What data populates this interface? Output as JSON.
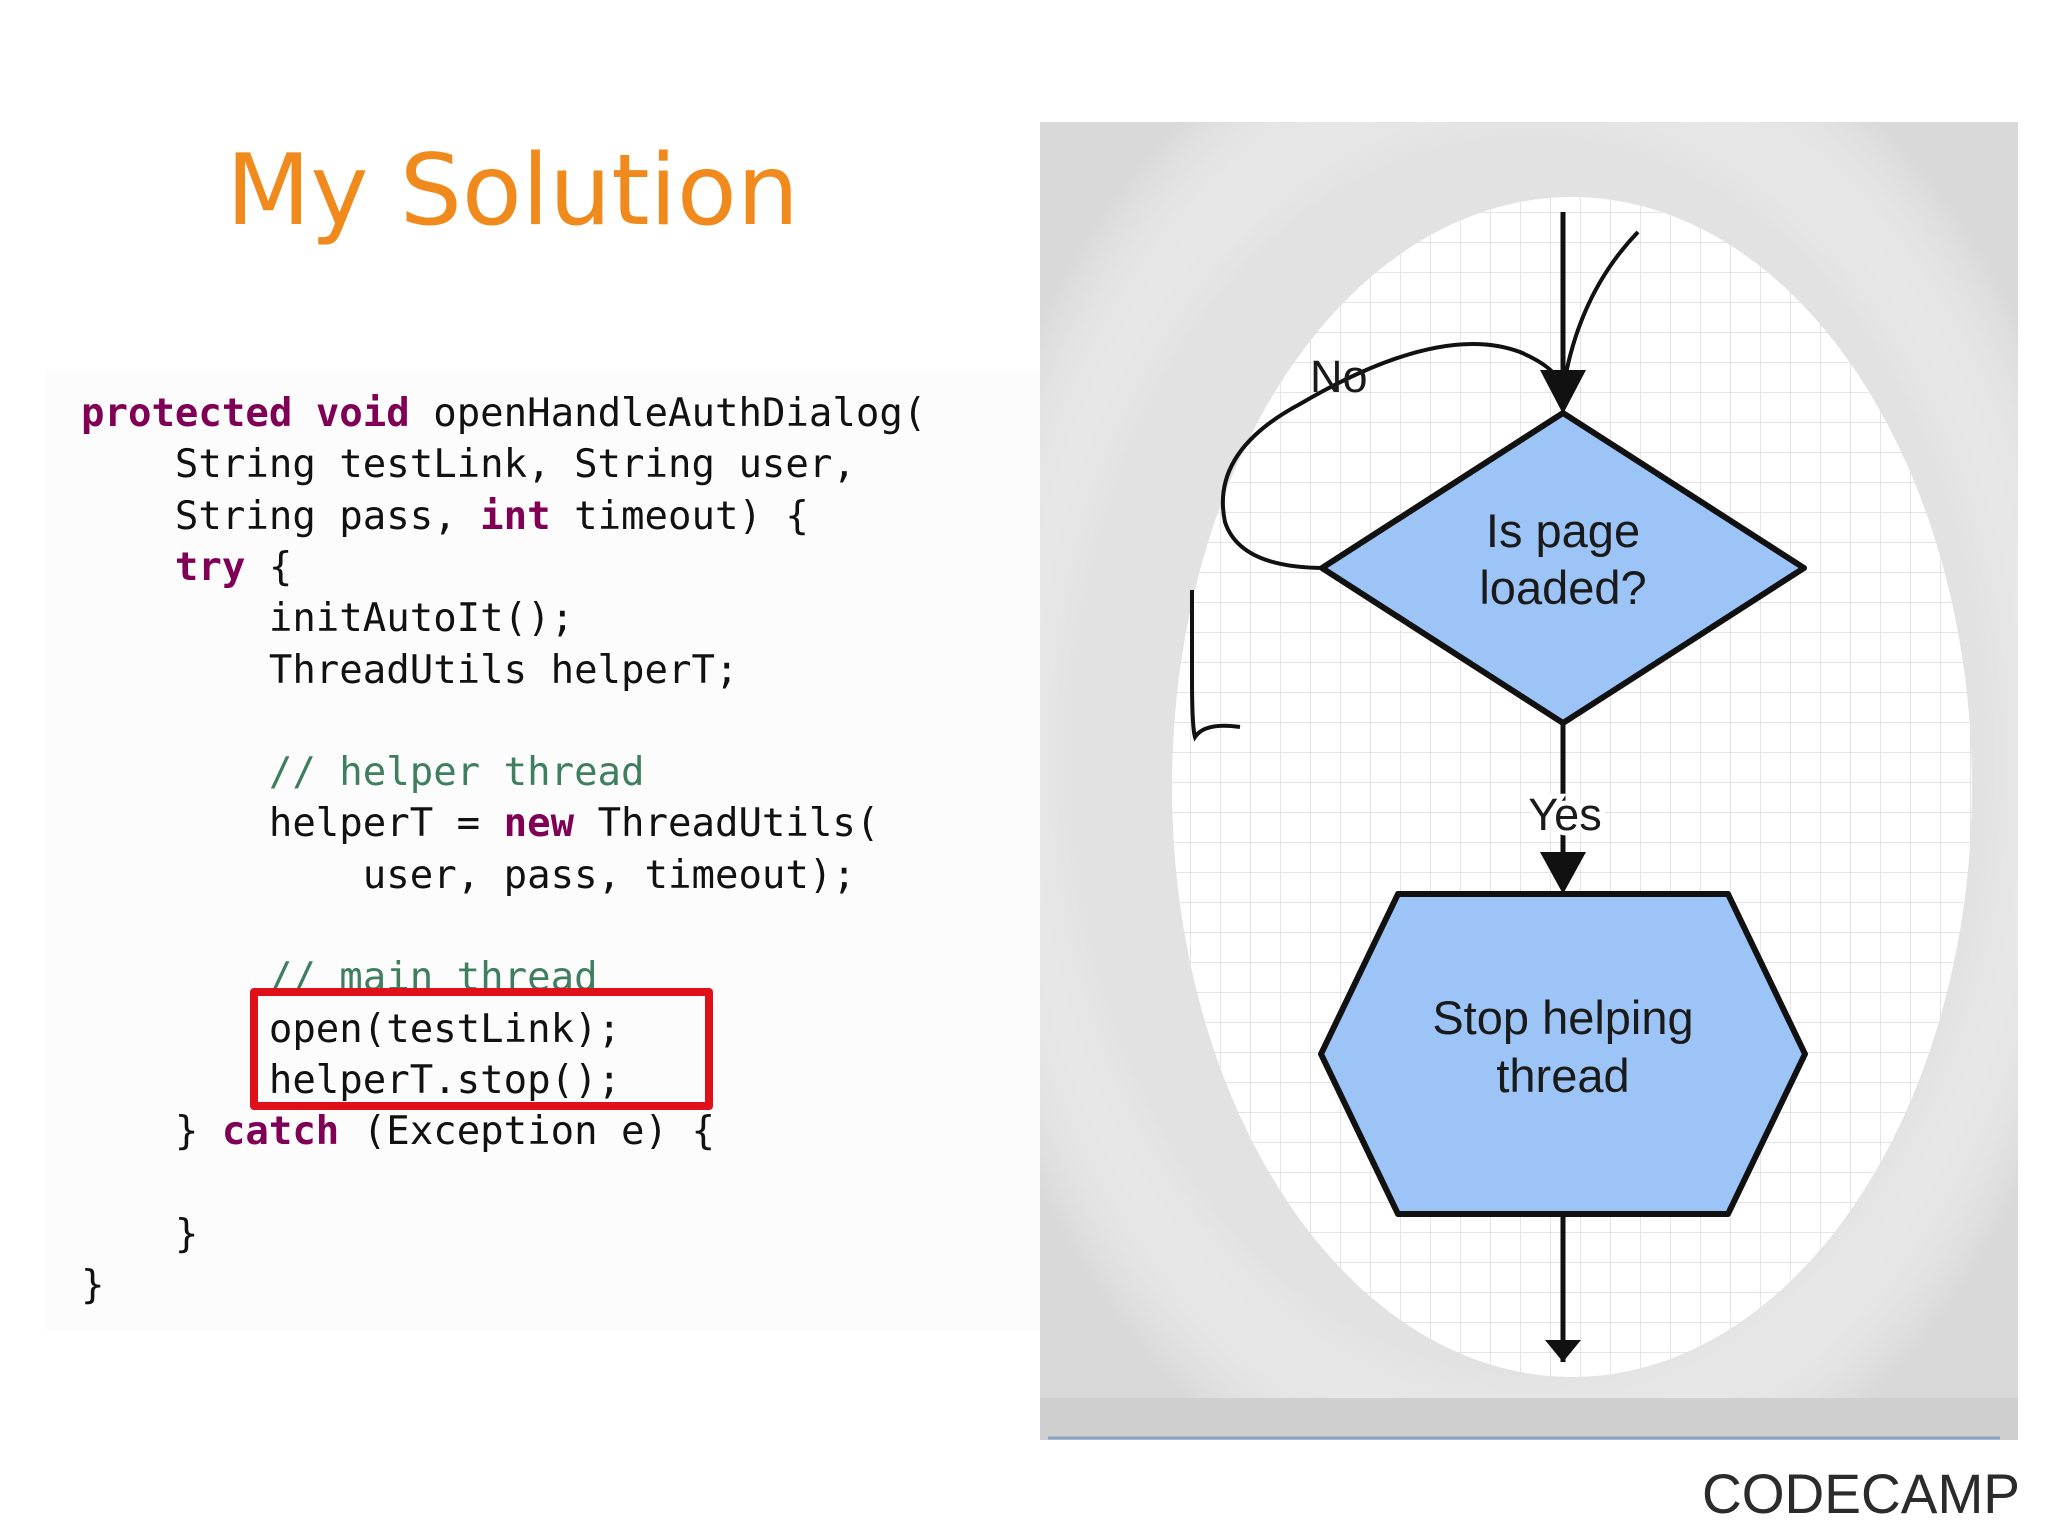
{
  "slide": {
    "title": "My Solution"
  },
  "code": {
    "lines": [
      [
        {
          "t": "protected ",
          "k": "kw"
        },
        {
          "t": "void ",
          "k": "kw"
        },
        {
          "t": "openHandleAuthDialog(",
          "k": "pl"
        }
      ],
      [
        {
          "t": "    String testLink, String user,",
          "k": "pl"
        }
      ],
      [
        {
          "t": "    String pass, ",
          "k": "pl"
        },
        {
          "t": "int ",
          "k": "kw"
        },
        {
          "t": "timeout) {",
          "k": "pl"
        }
      ],
      [
        {
          "t": "    ",
          "k": "pl"
        },
        {
          "t": "try ",
          "k": "kw"
        },
        {
          "t": "{",
          "k": "pl"
        }
      ],
      [
        {
          "t": "        initAutoIt();",
          "k": "pl"
        }
      ],
      [
        {
          "t": "        ThreadUtils helperT;",
          "k": "pl"
        }
      ],
      [],
      [
        {
          "t": "        // helper thread",
          "k": "cm"
        }
      ],
      [
        {
          "t": "        helperT = ",
          "k": "pl"
        },
        {
          "t": "new ",
          "k": "kw"
        },
        {
          "t": "ThreadUtils(",
          "k": "pl"
        }
      ],
      [
        {
          "t": "            user, pass, timeout);",
          "k": "pl"
        }
      ],
      [],
      [
        {
          "t": "        // main thread",
          "k": "cm"
        }
      ],
      [
        {
          "t": "        open(testLink);",
          "k": "pl"
        }
      ],
      [
        {
          "t": "        helperT.stop();",
          "k": "pl"
        }
      ],
      [
        {
          "t": "    } ",
          "k": "pl"
        },
        {
          "t": "catch ",
          "k": "kw"
        },
        {
          "t": "(Exception e) {",
          "k": "pl"
        }
      ],
      [],
      [
        {
          "t": "    }",
          "k": "pl"
        }
      ],
      [
        {
          "t": "}",
          "k": "pl"
        }
      ]
    ],
    "highlighted_lines": [
      12,
      13
    ]
  },
  "flowchart": {
    "decision": {
      "line1": "Is page",
      "line2": "loaded?"
    },
    "process": {
      "line1": "Stop helping",
      "line2": "thread"
    },
    "label_no": "No",
    "label_yes": "Yes",
    "node_fill": "#9cc4f7",
    "stroke": "#111111"
  },
  "logo": {
    "text": "CODECAMP",
    "color": "#2b2b2b",
    "accent": "#2aa8e0"
  }
}
